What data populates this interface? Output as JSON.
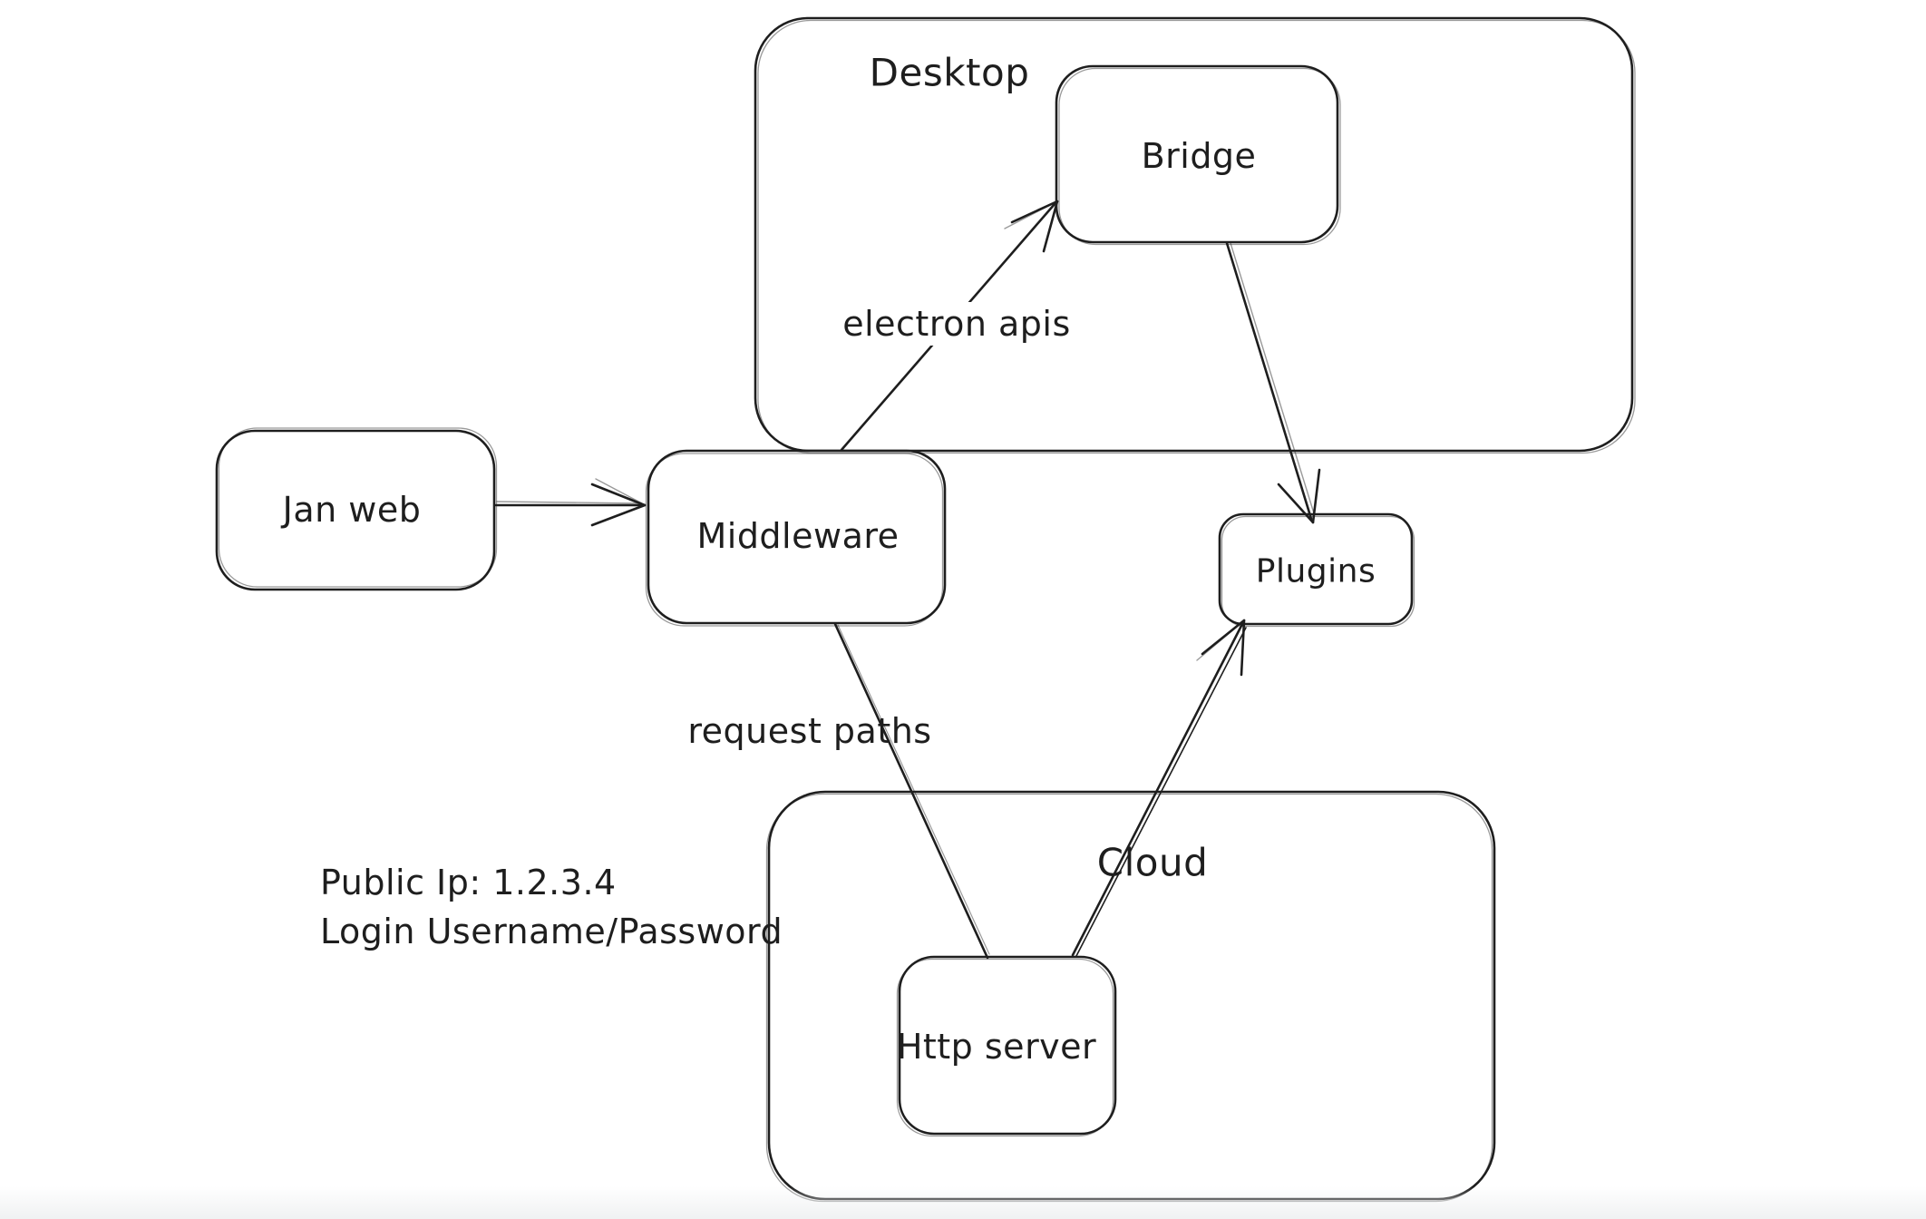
{
  "diagram": {
    "containers": [
      {
        "id": "desktop",
        "label": "Desktop"
      },
      {
        "id": "cloud",
        "label": "Cloud"
      }
    ],
    "nodes": [
      {
        "id": "jan-web",
        "label": "Jan web"
      },
      {
        "id": "middleware",
        "label": "Middleware"
      },
      {
        "id": "bridge",
        "label": "Bridge"
      },
      {
        "id": "plugins",
        "label": "Plugins"
      },
      {
        "id": "http-server",
        "label": "Http server"
      }
    ],
    "edges": [
      {
        "from": "Jan web",
        "to": "Middleware",
        "label": ""
      },
      {
        "from": "Middleware",
        "to": "Bridge",
        "label": "electron apis"
      },
      {
        "from": "Bridge",
        "to": "Plugins",
        "label": ""
      },
      {
        "from": "Middleware",
        "to": "Http server",
        "label": "request paths"
      },
      {
        "from": "Http server",
        "to": "Plugins",
        "label": ""
      }
    ],
    "edge_labels": [
      {
        "id": "electron-apis",
        "text": "electron apis"
      },
      {
        "id": "request-paths",
        "text": "request paths"
      }
    ],
    "note": {
      "lines": [
        "Public Ip: 1.2.3.4",
        "Login Username/Password"
      ]
    },
    "colors": {
      "stroke": "#1e1e1e",
      "canvas": "#ffffff",
      "bottom_fade": "#eef0f1"
    }
  }
}
